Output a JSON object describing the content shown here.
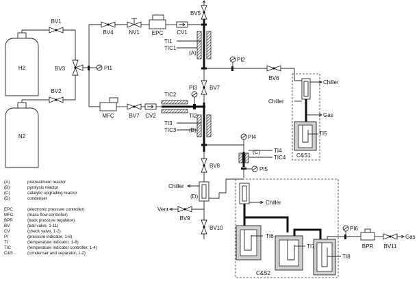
{
  "cylinders": {
    "h2": "H2",
    "n2": "N2"
  },
  "reactors": {
    "a": "(A)",
    "b": "(B)",
    "c": "(C)",
    "d": "(D)"
  },
  "valves": {
    "bv1": "BV1",
    "bv2": "BV2",
    "bv3": "BV3",
    "bv4": "BV4",
    "bv5": "BV5",
    "bv6": "BV6",
    "bv7a": "BV7",
    "bv7b": "BV7",
    "bv8": "BV8",
    "bv9": "BV9",
    "bv10": "BV10",
    "bv11": "BV11",
    "nv1": "NV1",
    "cv1": "CV1",
    "cv2": "CV2"
  },
  "equipment": {
    "epc": "EPC",
    "mfc": "MFC",
    "bpr": "BPR"
  },
  "gauges": {
    "pi1": "PI1",
    "pi2": "PI2",
    "pi3": "PI3",
    "pi4": "PI4",
    "pi5": "PI5",
    "pi6": "PI6"
  },
  "sensors": {
    "ti1": "TI1",
    "tic1": "TIC1",
    "tic2": "TIC2",
    "ti2": "TI2",
    "ti3": "TI3",
    "tic3": "TIC3",
    "ti4": "TI4",
    "tic4": "TIC4",
    "ti5": "TI5",
    "ti6": "TI6",
    "ti7": "TI7",
    "ti8": "TI8"
  },
  "streams": {
    "chiller1": "Chiller",
    "chiller2": "Chiller",
    "chiller3": "Chiller",
    "chiller4": "Chiller",
    "gas1": "Gas",
    "gas2": "Gas",
    "vent": "Vent"
  },
  "groups": {
    "cs1": "C&S1",
    "cs2": "C&S2"
  },
  "legend": [
    {
      "abbr": "(A)",
      "desc": "pretreatment reactor"
    },
    {
      "abbr": "(B)",
      "desc": "pyrolysis reactor"
    },
    {
      "abbr": "(C)",
      "desc": "catalytic upgrading reactor"
    },
    {
      "abbr": "(D)",
      "desc": "condenser"
    },
    {
      "abbr": "EPC",
      "desc": "(electronic pressure controller)"
    },
    {
      "abbr": "MFC",
      "desc": "(mass flow controller)"
    },
    {
      "abbr": "BPR",
      "desc": "(back pressure regulator)"
    },
    {
      "abbr": "BV",
      "desc": "(ball valve, 1-11)"
    },
    {
      "abbr": "CV",
      "desc": "(check valve, 1-2)"
    },
    {
      "abbr": "PI",
      "desc": "(pressure indicator, 1-6)"
    },
    {
      "abbr": "TI",
      "desc": "(temperature indicator, 1-8)"
    },
    {
      "abbr": "TIC",
      "desc": "(temperature indicator controller, 1-4)"
    },
    {
      "abbr": "C&S",
      "desc": "(condenser and separator, 1-2)"
    }
  ]
}
